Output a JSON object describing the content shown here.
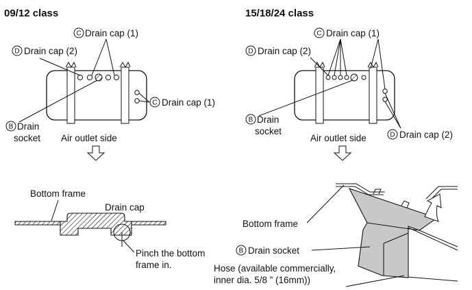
{
  "left": {
    "heading": "09/12 class",
    "drain_cap_1_top": {
      "marker": "C",
      "text": "Drain cap (1)"
    },
    "drain_cap_2": {
      "marker": "D",
      "text": "Drain cap (2)"
    },
    "drain_cap_1_right": {
      "marker": "C",
      "text": "Drain cap (1)"
    },
    "drain_socket": {
      "marker": "B",
      "line1": "Drain",
      "line2": "socket"
    },
    "air_outlet_side": "Air outlet side",
    "bottom_frame": "Bottom frame",
    "drain_cap": "Drain cap",
    "pinch_line1": "Pinch the bottom",
    "pinch_line2": "frame in."
  },
  "right": {
    "heading": "15/18/24 class",
    "drain_cap_1_top": {
      "marker": "C",
      "text": "Drain cap (1)"
    },
    "drain_cap_2_left": {
      "marker": "D",
      "text": "Drain cap (2)"
    },
    "drain_socket": {
      "marker": "B",
      "line1": "Drain",
      "line2": "socket"
    },
    "air_outlet_side": "Air outlet side",
    "drain_cap_2_right": {
      "marker": "D",
      "text": "Drain cap (2)"
    },
    "bottom_frame": "Bottom frame",
    "drain_socket_detail": {
      "marker": "B",
      "text": "Drain socket"
    },
    "hose_line1": "Hose (available commercially,",
    "hose_line2": "inner dia. 5/8 ” (16mm))"
  },
  "colors": {
    "ink": "#111111",
    "socket_fill": "#c8c8c8"
  }
}
